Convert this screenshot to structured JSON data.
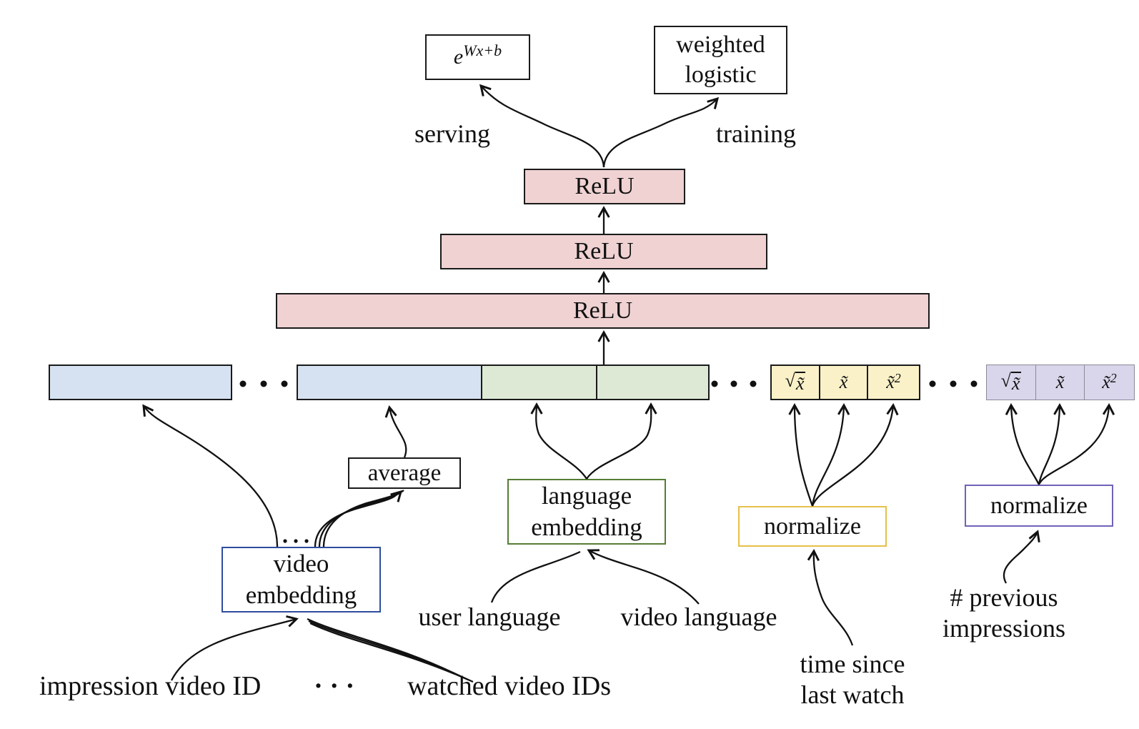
{
  "colors": {
    "relu_fill": "#f0d2d3",
    "blue_fill": "#d6e2f1",
    "green_fill": "#dde9d5",
    "yellow_fill": "#faf1c8",
    "purple_fill": "#d9d5ea",
    "video_border": "#2e4d9e",
    "language_border": "#567d35",
    "normalize_time_border": "#e6c04a",
    "normalize_impr_border": "#6f62b8",
    "purple_cell_border": "#8a8a98",
    "ink": "#111111"
  },
  "output_heads": {
    "serving_formula_base": "e",
    "serving_formula_exponent": "Wx+b",
    "weighted_logistic_line1": "weighted",
    "weighted_logistic_line2": "logistic",
    "serving_label": "serving",
    "training_label": "training"
  },
  "network": {
    "relu_top": "ReLU",
    "relu_mid": "ReLU",
    "relu_bottom": "ReLU"
  },
  "features": {
    "sqrt_sign": "√",
    "x_tilde": "x̃",
    "square_exp": "2",
    "ellipsis": "· · ·"
  },
  "modules": {
    "average": "average",
    "video_embedding_line1": "video",
    "video_embedding_line2": "embedding",
    "language_embedding_line1": "language",
    "language_embedding_line2": "embedding",
    "normalize_time": "normalize",
    "normalize_impressions": "normalize"
  },
  "inputs": {
    "impression_video_id": "impression video ID",
    "bottom_ellipsis": "· · ·",
    "watched_video_ids": "watched video IDs",
    "user_language": "user language",
    "video_language": "video language",
    "time_since_line1": "time since",
    "time_since_line2": "last watch",
    "prev_impressions_line1": "# previous",
    "prev_impressions_line2": "impressions"
  }
}
